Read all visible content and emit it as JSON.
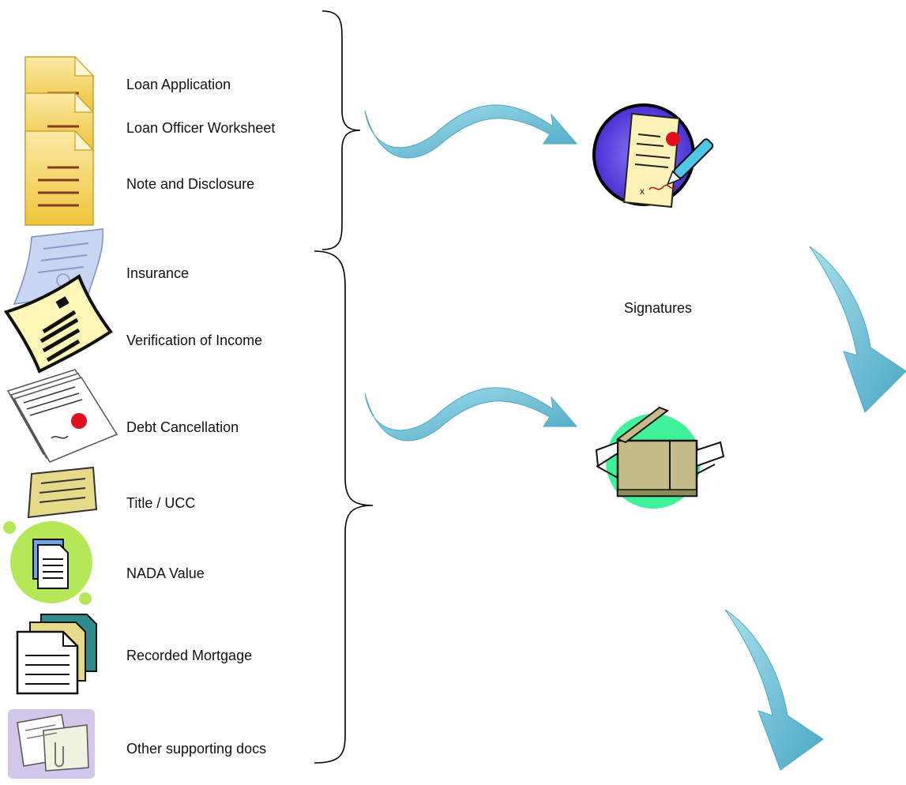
{
  "documents": {
    "group1": [
      {
        "label": "Loan Application",
        "icon": "document-icon"
      },
      {
        "label": "Loan Officer Worksheet",
        "icon": "document-icon"
      },
      {
        "label": "Note and Disclosure",
        "icon": "document-icon"
      }
    ],
    "group2": [
      {
        "label": "Insurance",
        "icon": "certificate-icon"
      },
      {
        "label": "Verification of Income",
        "icon": "paper-icon"
      },
      {
        "label": "Debt Cancellation",
        "icon": "signed-document-stack-icon"
      },
      {
        "label": "Title / UCC",
        "icon": "note-icon"
      },
      {
        "label": "NADA Value",
        "icon": "page-icon"
      },
      {
        "label": "Recorded Mortgage",
        "icon": "documents-stack-icon"
      },
      {
        "label": "Other supporting docs",
        "icon": "paperclip-papers-icon"
      }
    ]
  },
  "steps": {
    "signatures": {
      "label": "Signatures",
      "icon": "signed-contract-icon"
    },
    "copy": {
      "icon": "copier-icon"
    }
  },
  "colors": {
    "arrow": "#6fc3d8",
    "arrow_dark": "#3f9fbd",
    "folder_yellow": "#f5d35a",
    "signature_circle": "#5a3fd6",
    "copier_circle": "#3ff29a",
    "copier_body": "#c4bd8a"
  }
}
